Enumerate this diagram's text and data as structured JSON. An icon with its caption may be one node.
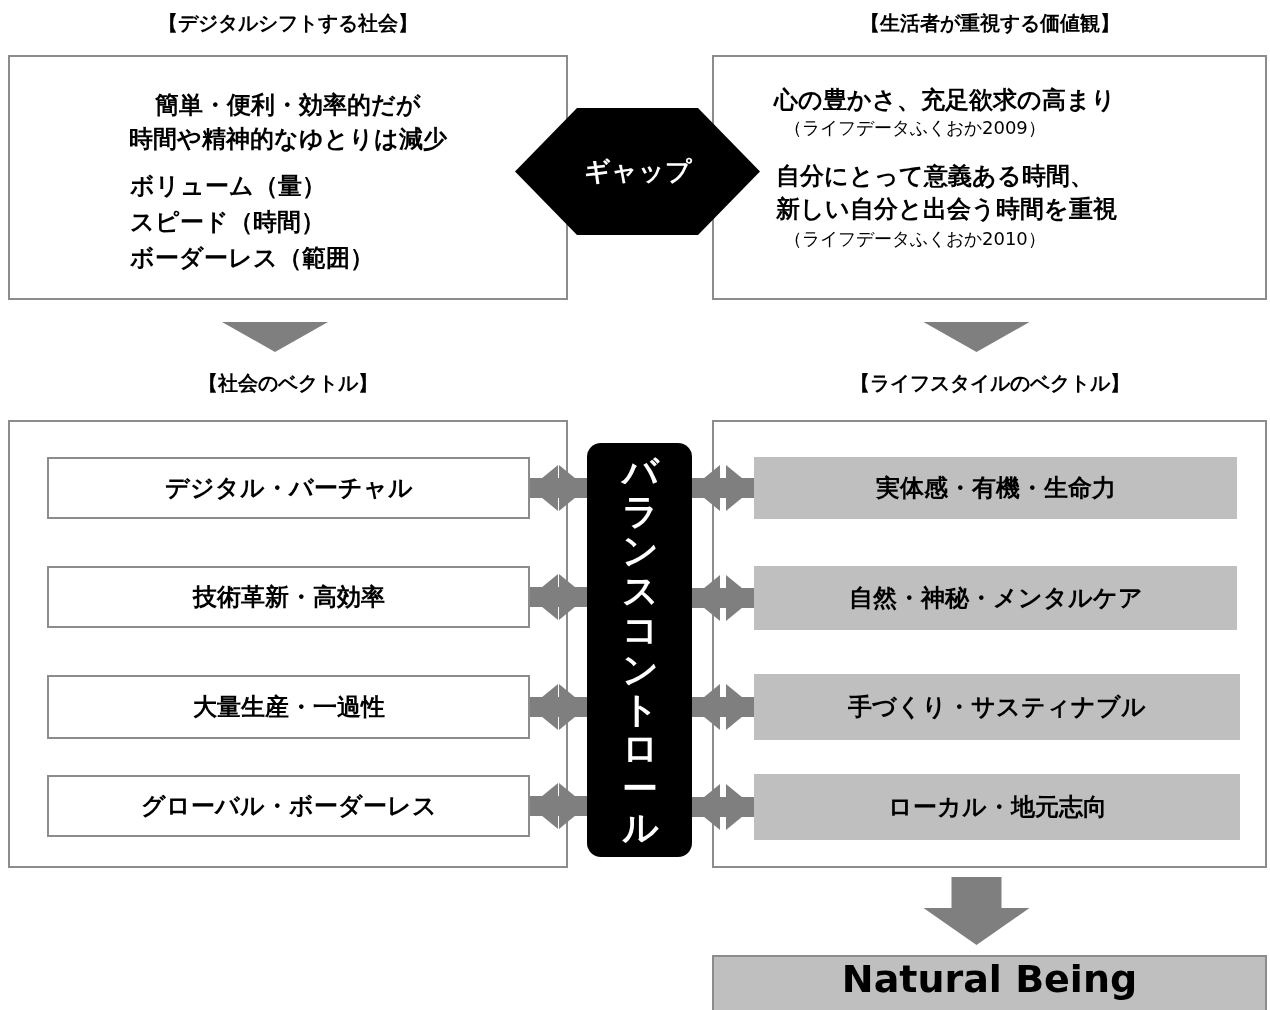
{
  "diagram": {
    "nodes": [
      {
        "text": [
          "【デジタルシフトする社会】",
          "簡単・便利・効率的だが",
          "時間や精神的なゆとりは減少",
          "ボリューム（量）",
          "スピード（時間）",
          "ボーダーレス（範囲）"
        ]
      },
      {
        "text": [
          "ギャップ"
        ]
      },
      {
        "text": [
          "【生活者が重視する価値観】",
          "心の豊かさ、充足欲求の高まり",
          "（ライフデータふくおか2009）",
          "自分にとって意義ある時間、",
          "新しい自分と出会う時間を重視",
          "（ライフデータふくおか2010）"
        ]
      },
      {
        "text": [
          "【社会のベクトル】"
        ]
      },
      {
        "text": [
          "デジタル・バーチャル"
        ],
        "in": 3
      },
      {
        "text": [
          "技術革新・高効率"
        ],
        "in": 3
      },
      {
        "text": [
          "大量生産・一過性"
        ],
        "in": 3
      },
      {
        "text": [
          "グローバル・ボーダーレス"
        ],
        "in": 3
      },
      {
        "text": [
          "バランスコントロール"
        ]
      },
      {
        "text": [
          "【ライフスタイルのベクトル】"
        ]
      },
      {
        "text": [
          "実体感・有機・生命力"
        ],
        "in": 9
      },
      {
        "text": [
          "自然・神秘・メンタルケア"
        ],
        "in": 9
      },
      {
        "text": [
          "手づくり・サスティナブル"
        ],
        "in": 9
      },
      {
        "text": [
          "ローカル・地元志向"
        ],
        "in": 9
      },
      {
        "text": [
          "Natural Being"
        ]
      }
    ],
    "edges": [
      {
        "from": 0,
        "to": 3,
        "arrow": "to"
      },
      {
        "from": 2,
        "to": 9,
        "arrow": "to"
      },
      {
        "from": 8,
        "to": 4,
        "arrow": "both"
      },
      {
        "from": 8,
        "to": 5,
        "arrow": "both"
      },
      {
        "from": 8,
        "to": 6,
        "arrow": "both"
      },
      {
        "from": 8,
        "to": 7,
        "arrow": "both"
      },
      {
        "from": 8,
        "to": 10,
        "arrow": "both"
      },
      {
        "from": 8,
        "to": 11,
        "arrow": "both"
      },
      {
        "from": 8,
        "to": 12,
        "arrow": "both"
      },
      {
        "from": 8,
        "to": 13,
        "arrow": "both"
      },
      {
        "from": 9,
        "to": 14,
        "arrow": "to"
      }
    ]
  }
}
